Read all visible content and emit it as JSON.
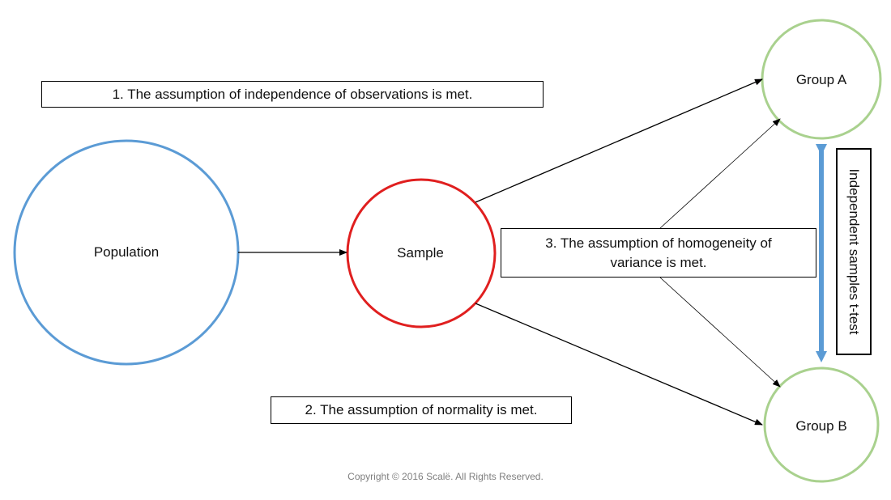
{
  "nodes": {
    "population": "Population",
    "sample": "Sample",
    "group_a": "Group A",
    "group_b": "Group B"
  },
  "assumptions": {
    "independence": "1. The assumption of independence of observations is met.",
    "normality": "2. The assumption of normality is met.",
    "homogeneity_line1": "3. The assumption of homogeneity of",
    "homogeneity_line2": "variance is met."
  },
  "test_label": "Independent samples t-test",
  "copyright": "Copyright © 2016 Scalë. All Rights Reserved.",
  "colors": {
    "population": "#5b9bd5",
    "sample": "#e01f1f",
    "groups": "#a9d18e",
    "comparison_arrow": "#5b9bd5"
  }
}
